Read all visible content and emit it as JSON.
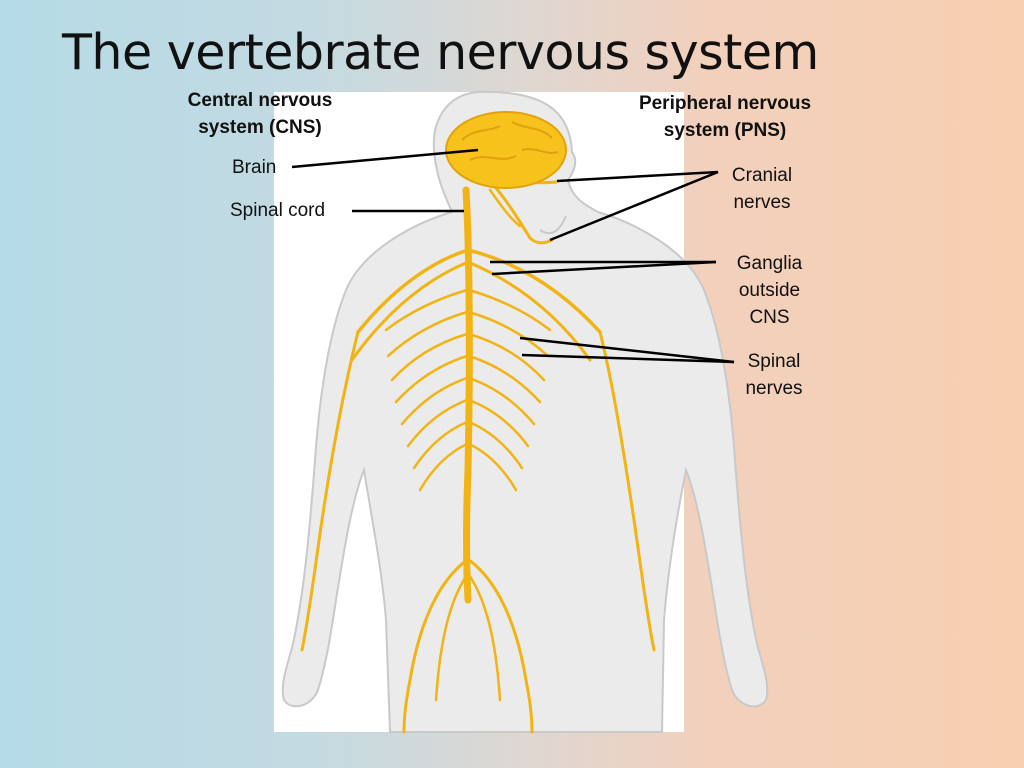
{
  "slide": {
    "title": "The vertebrate nervous system"
  },
  "headers": {
    "cns_line1": "Central nervous",
    "cns_line2": "system (CNS)",
    "pns_line1": "Peripheral nervous",
    "pns_line2": "system (PNS)"
  },
  "labels": {
    "brain": "Brain",
    "spinal_cord": "Spinal cord",
    "cranial_line1": "Cranial",
    "cranial_line2": "nerves",
    "ganglia_line1": "Ganglia",
    "ganglia_line2": "outside",
    "ganglia_line3": "CNS",
    "spinal_nerves_line1": "Spinal",
    "spinal_nerves_line2": "nerves"
  },
  "colors": {
    "nerve": "#f2b414",
    "brain": "#f7c21c",
    "body": "#e9e9e9",
    "leader_line": "#000000"
  }
}
